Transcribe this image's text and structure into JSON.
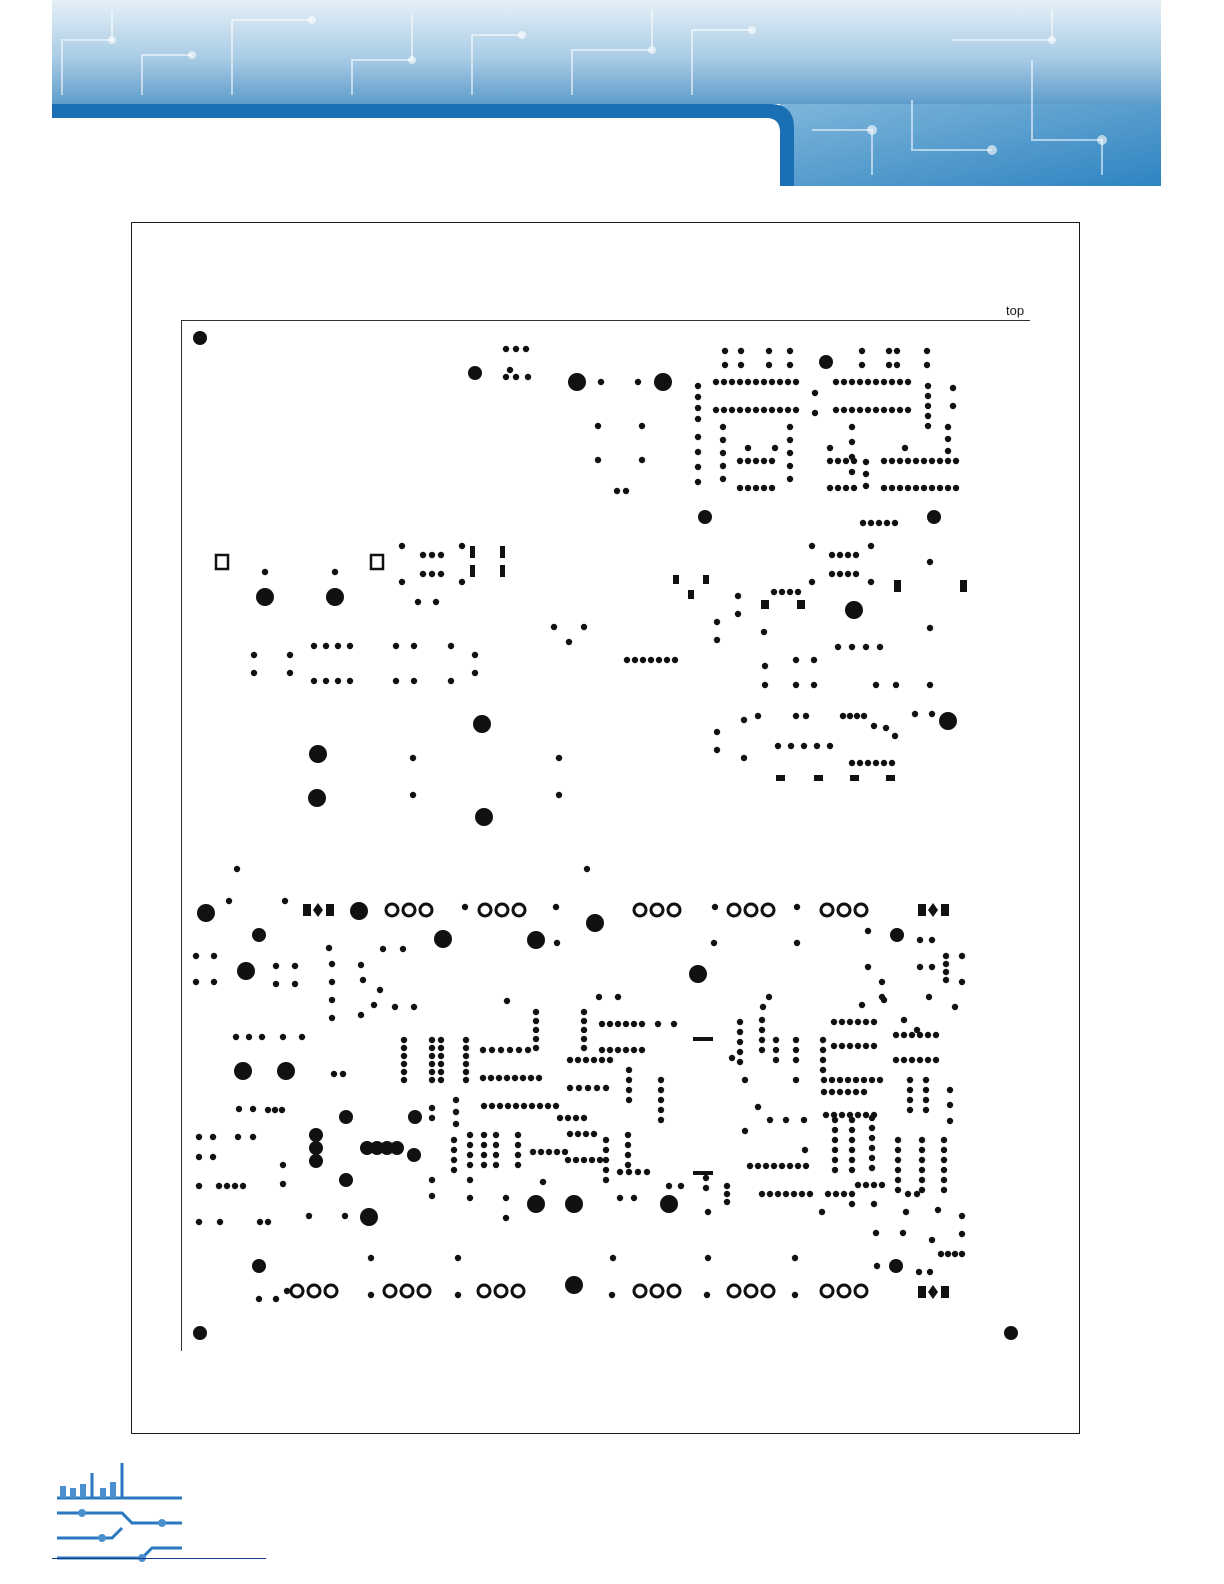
{
  "board": {
    "side_label": "top"
  },
  "colors": {
    "banner_light": "#dbeaf4",
    "banner_mid": "#7fb2d6",
    "banner_dark": "#1f74b8",
    "banner_stripe": "#1a6fb5",
    "ink": "#111111"
  },
  "icons": {
    "header": "circuit-board-banner",
    "footer": "circuit-board-logo"
  }
}
